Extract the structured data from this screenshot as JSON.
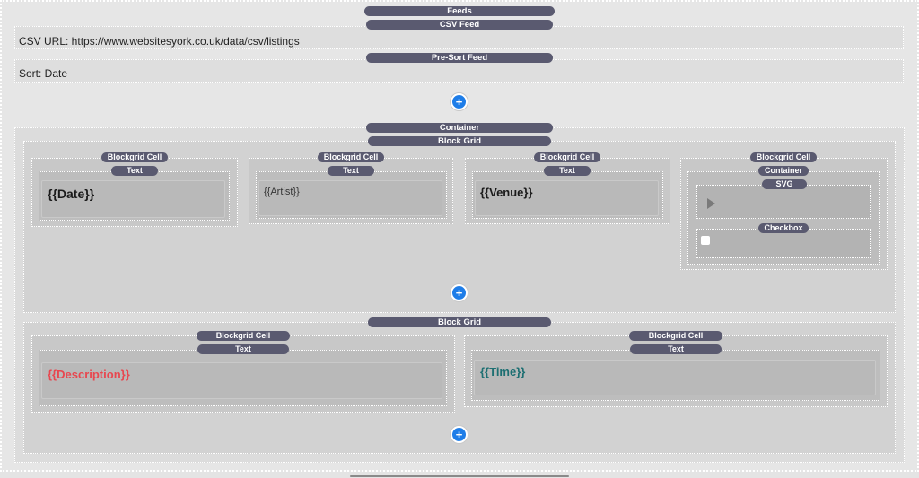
{
  "feeds": {
    "label": "Feeds",
    "csv_feed": {
      "label": "CSV Feed",
      "url_text": "CSV URL: https://www.websitesyork.co.uk/data/csv/listings"
    },
    "presort_feed": {
      "label": "Pre-Sort Feed",
      "sort_text": "Sort: Date"
    },
    "add_label": "+"
  },
  "container": {
    "label": "Container",
    "grid1": {
      "label": "Block Grid",
      "cells": [
        {
          "label": "Blockgrid Cell",
          "child_label": "Text",
          "content": "{{Date}}"
        },
        {
          "label": "Blockgrid Cell",
          "child_label": "Text",
          "content": "{{Artist}}"
        },
        {
          "label": "Blockgrid Cell",
          "child_label": "Text",
          "content": "{{Venue}}"
        },
        {
          "label": "Blockgrid Cell",
          "child_label": "Container",
          "svg_label": "SVG",
          "checkbox_label": "Checkbox"
        }
      ],
      "add_label": "+"
    },
    "grid2": {
      "label": "Block Grid",
      "cells": [
        {
          "label": "Blockgrid Cell",
          "child_label": "Text",
          "content": "{{Description}}"
        },
        {
          "label": "Blockgrid Cell",
          "child_label": "Text",
          "content": "{{Time}}"
        }
      ],
      "add_label": "+"
    }
  },
  "colors": {
    "pill": "#5a5a70",
    "accent_blue": "#1e7de8",
    "description_red": "#e8474f",
    "time_teal": "#1d6f72"
  }
}
